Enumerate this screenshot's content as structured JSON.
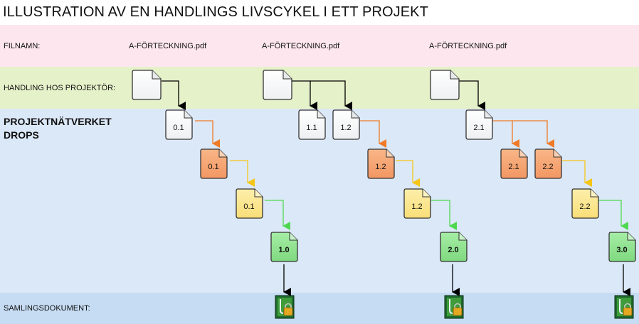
{
  "title": "ILLUSTRATION AV EN HANDLINGS LIVSCYKEL I ETT PROJEKT",
  "rows": {
    "filnamn": "FILNAMN:",
    "projektor": "HANDLING HOS PROJEKTÖR:",
    "drops_line1": "PROJEKTNÄTVERKET",
    "drops_line2": "DROPS",
    "samling": "SAMLINGSDOKUMENT:"
  },
  "filenames": [
    "A-FÖRTECKNING.pdf",
    "A-FÖRTECKNING.pdf",
    "A-FÖRTECKNING.pdf"
  ],
  "colors": {
    "white": "#ffffff",
    "orange": "#f7a36e",
    "yellow": "#fbe48b",
    "green": "#8ee28e",
    "arrow_black": "#000000",
    "arrow_orange": "#f07a25",
    "arrow_yellow": "#f5c518",
    "arrow_green": "#4fd84f"
  },
  "documents": {
    "d1_white": "0.1",
    "d1_orange": "0.1",
    "d1_yellow": "0.1",
    "d1_green": "1.0",
    "d2_white_a": "1.1",
    "d2_white_b": "1.2",
    "d2_orange": "1.2",
    "d2_yellow": "1.2",
    "d2_green": "2.0",
    "d3_white": "2.1",
    "d3_orange_a": "2.1",
    "d3_orange_b": "2.2",
    "d3_yellow": "2.2",
    "d3_green": "3.0"
  },
  "icons": {
    "projector_doc": "blank-document-icon",
    "archive": "locked-archive-icon"
  }
}
